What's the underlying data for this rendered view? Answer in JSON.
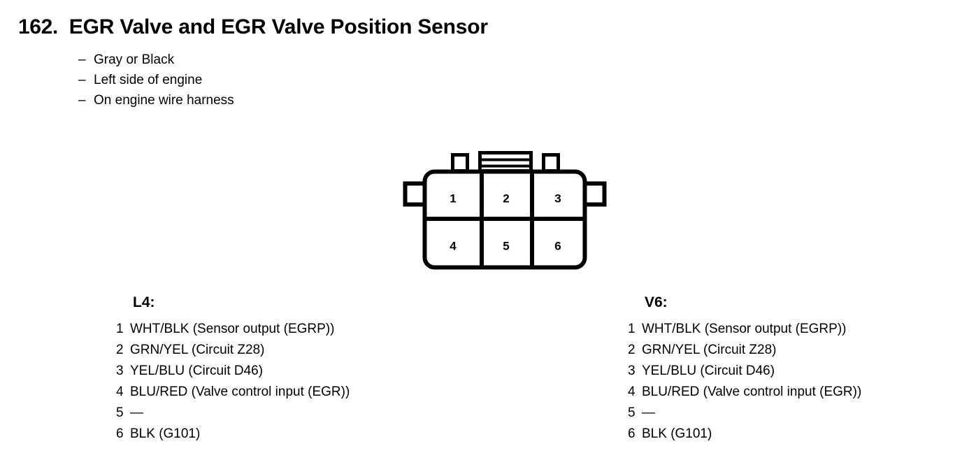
{
  "page": {
    "background_color": "#ffffff",
    "ink_color": "#000000"
  },
  "title": {
    "number": "162.",
    "text": "EGR Valve and EGR Valve Position Sensor"
  },
  "description": {
    "dash": "–",
    "items": [
      {
        "label": "Gray or Black"
      },
      {
        "label": "Left side of engine"
      },
      {
        "label": "On engine wire harness"
      }
    ]
  },
  "connector": {
    "name": "6-pin connector face view",
    "rows": 2,
    "columns": 3,
    "pins": [
      "1",
      "2",
      "3",
      "4",
      "5",
      "6"
    ]
  },
  "columns": [
    {
      "heading": "L4:",
      "pins": [
        {
          "index": "1",
          "desc": "WHT/BLK (Sensor output (EGRP))"
        },
        {
          "index": "2",
          "desc": "GRN/YEL (Circuit Z28)"
        },
        {
          "index": "3",
          "desc": "YEL/BLU (Circuit D46)"
        },
        {
          "index": "4",
          "desc": "BLU/RED (Valve control input (EGR))"
        },
        {
          "index": "5",
          "desc": "—"
        },
        {
          "index": "6",
          "desc": "BLK (G101)"
        }
      ]
    },
    {
      "heading": "V6:",
      "pins": [
        {
          "index": "1",
          "desc": "WHT/BLK (Sensor output (EGRP))"
        },
        {
          "index": "2",
          "desc": "GRN/YEL (Circuit Z28)"
        },
        {
          "index": "3",
          "desc": "YEL/BLU (Circuit D46)"
        },
        {
          "index": "4",
          "desc": "BLU/RED (Valve control input (EGR))"
        },
        {
          "index": "5",
          "desc": "—"
        },
        {
          "index": "6",
          "desc": "BLK (G101)"
        }
      ]
    }
  ]
}
